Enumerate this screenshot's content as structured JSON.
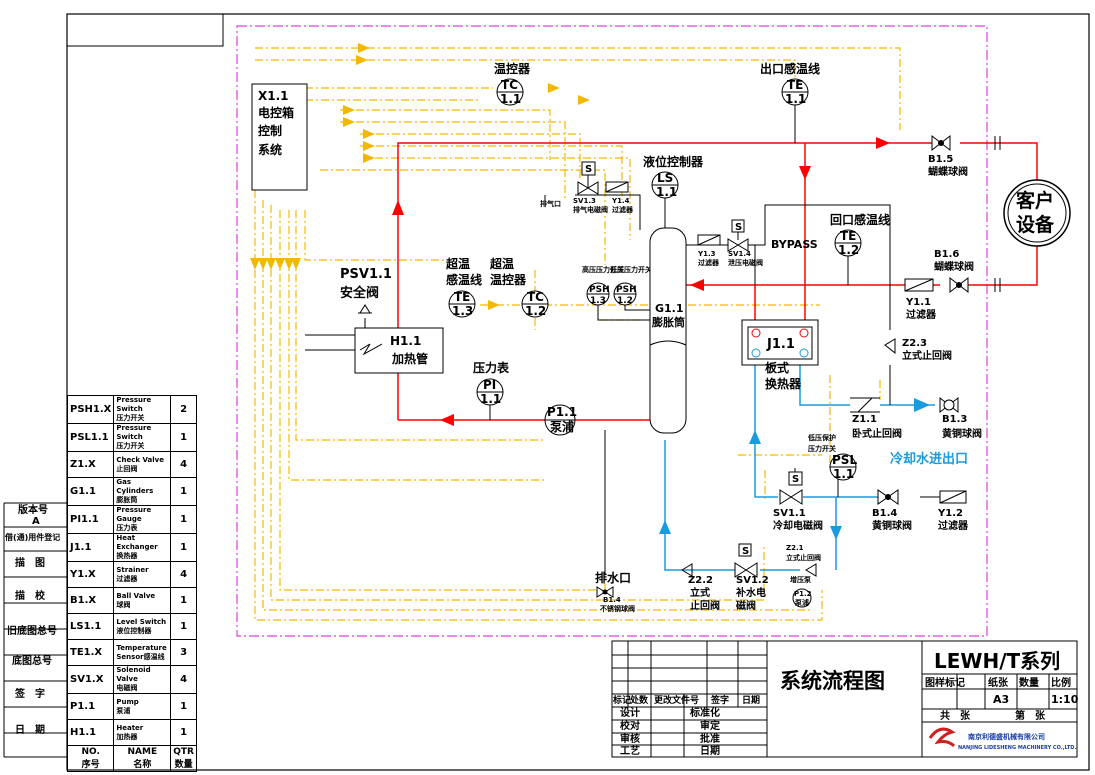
{
  "components": {
    "x11": {
      "tag": "X1.1",
      "l1": "电控箱",
      "l2": "控制",
      "l3": "系统"
    },
    "tc11": {
      "title": "温控器",
      "tag": "TC",
      "num": "1.1"
    },
    "te11": {
      "title": "出口感温线",
      "tag": "TE",
      "num": "1.1"
    },
    "b15": {
      "tag": "B1.5",
      "name": "蝴蝶球阀"
    },
    "customer": {
      "l1": "客户",
      "l2": "设备"
    },
    "ls11": {
      "title": "液位控制器",
      "tag": "LS",
      "num": "1.1"
    },
    "sv13": {
      "s": "S",
      "tag": "SV1.3",
      "name": "排气电磁阀",
      "vent": "排气口"
    },
    "y14": {
      "tag": "Y1.4",
      "name": "过滤器"
    },
    "y13": {
      "tag": "Y1.3",
      "name": "过滤器"
    },
    "sv14": {
      "s": "S",
      "tag": "SV1.4",
      "name": "泄压电磁阀"
    },
    "bypass": "BYPASS",
    "te12": {
      "title": "回口感温线",
      "tag": "TE",
      "num": "1.2"
    },
    "b16": {
      "tag": "B1.6",
      "name": "蝴蝶球阀"
    },
    "y11": {
      "tag": "Y1.1",
      "name": "过滤器"
    },
    "psv11": {
      "l1": "PSV1.1",
      "l2": "安全阀"
    },
    "te13": {
      "t1": "超温",
      "t2": "感温线",
      "tag": "TE",
      "num": "1.3"
    },
    "tc12": {
      "t1": "超温",
      "t2": "温控器",
      "tag": "TC",
      "num": "1.2"
    },
    "psh13": {
      "tag": "PSH",
      "num": "1.3",
      "label": "高压压力开关"
    },
    "psh12": {
      "tag": "PSH",
      "num": "1.2",
      "label": "低压压力开关"
    },
    "g11": {
      "tag": "G1.1",
      "name": "膨胀筒"
    },
    "j11": {
      "tag": "J1.1",
      "l1": "板式",
      "l2": "换热器"
    },
    "z23": {
      "tag": "Z2.3",
      "name": "立式止回阀"
    },
    "h11": {
      "tag": "H1.1",
      "name": "加热管"
    },
    "pi11": {
      "title": "压力表",
      "tag": "PI",
      "num": "1.1"
    },
    "p11": {
      "tag": "P1.1",
      "name": "泵浦"
    },
    "z11": {
      "tag": "Z1.1",
      "name": "卧式止回阀"
    },
    "b13": {
      "tag": "B1.3",
      "name": "黄铜球阀"
    },
    "psl11": {
      "label1": "低压保护",
      "label2": "压力开关",
      "tag": "PSL",
      "num": "1.1"
    },
    "cooling": "冷却水进出口",
    "sv11": {
      "s": "S",
      "tag": "SV1.1",
      "name": "冷却电磁阀"
    },
    "b14a": {
      "tag": "B1.4",
      "name": "黄铜球阀"
    },
    "y12": {
      "tag": "Y1.2",
      "name": "过滤器"
    },
    "drain": {
      "name": "排水口",
      "tag": "B1.4",
      "valve": "不锈钢球阀"
    },
    "z22": {
      "tag": "Z2.2",
      "l1": "立式",
      "l2": "止回阀"
    },
    "sv12": {
      "s": "S",
      "tag": "SV1.2",
      "l1": "补水电",
      "l2": "磁阀"
    },
    "z21": {
      "tag": "Z2.1",
      "name": "立式止回阀"
    },
    "p12": {
      "label": "增压泵",
      "tag": "P1.2",
      "name": "泵浦"
    }
  },
  "bom": [
    {
      "code": "PSH1.X",
      "en": "Pressure Switch",
      "cn": "压力开关",
      "qty": "2"
    },
    {
      "code": "PSL1.1",
      "en": "Pressure Switch",
      "cn": "压力开关",
      "qty": "1"
    },
    {
      "code": "Z1.X",
      "en": "Check Valve",
      "cn": "止回阀",
      "qty": "4"
    },
    {
      "code": "G1.1",
      "en": "Gas Cylinders",
      "cn": "膨胀筒",
      "qty": "1"
    },
    {
      "code": "PI1.1",
      "en": "Pressure Gauge",
      "cn": "压力表",
      "qty": "1"
    },
    {
      "code": "J1.1",
      "en": "Heat Exchanger",
      "cn": "换热器",
      "qty": "1"
    },
    {
      "code": "Y1.X",
      "en": "Strainer",
      "cn": "过滤器",
      "qty": "4"
    },
    {
      "code": "B1.X",
      "en": "Ball Valve",
      "cn": "球阀",
      "qty": "1"
    },
    {
      "code": "LS1.1",
      "en": "Level Switch",
      "cn": "液位控制器",
      "qty": "1"
    },
    {
      "code": "TE1.X",
      "en": "Temperature",
      "cn": "Sensor感温线",
      "qty": "3"
    },
    {
      "code": "SV1.X",
      "en": "Solenoid Valve",
      "cn": "电磁阀",
      "qty": "4"
    },
    {
      "code": "P1.1",
      "en": "Pump",
      "cn": "泵浦",
      "qty": "1"
    },
    {
      "code": "H1.1",
      "en": "Heater",
      "cn": "加热器",
      "qty": "1"
    }
  ],
  "bom_header": {
    "no1": "NO.",
    "no2": "序号",
    "name1": "NAME",
    "name2": "名称",
    "qtr1": "QTR",
    "qtr2": "数量"
  },
  "left_side": {
    "version": "版本号",
    "rev": "A",
    "used": "借(通)用件登记",
    "draw": "描　图",
    "check": "描　校",
    "old_no": "旧底图总号",
    "base_no": "底图总号",
    "sign": "签　字",
    "date": "日　期"
  },
  "title_block": {
    "mark": "标记",
    "place": "处数",
    "doc": "更改文件号",
    "sign": "签字",
    "date": "日期",
    "design": "设计",
    "standard": "标准化",
    "proof": "校对",
    "review": "审定",
    "audit": "审核",
    "approve": "批准",
    "craft": "工艺",
    "date2": "日期",
    "title": "系统流程图",
    "series": "LEWH/T系列",
    "sample": "图样标记",
    "sheet_size": "纸张",
    "qty": "数量",
    "scale": "比例",
    "sheet_val": "A3",
    "scale_val": "1:10",
    "total": "共　张",
    "page": "第　张",
    "company_cn": "南京利德盛机械有限公司",
    "company_en": "NANJING LIDESHENG MACHINERY CO.,LTD."
  },
  "colors": {
    "red": "#ff0000",
    "blue": "#1a9be0",
    "yellow": "#f5b800",
    "magenta": "#e040e0"
  }
}
